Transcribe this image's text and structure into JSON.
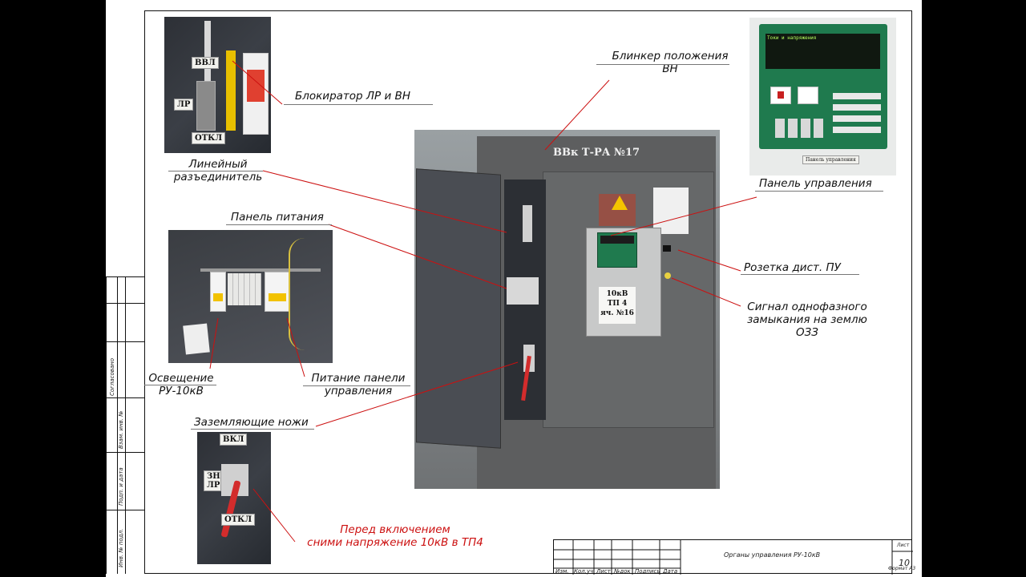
{
  "callouts": {
    "blinker": [
      "Блинкер положения",
      "ВН"
    ],
    "blokirator": "Блокиратор ЛР и ВН",
    "lineyny": [
      "Линейный",
      "разъединитель"
    ],
    "panel_pitania": "Панель питания",
    "panel_upravlenia": "Панель управления",
    "rozetka": "Розетка дист. ПУ",
    "signal": [
      "Сигнал однофазного",
      "замыкания на землю",
      "ОЗЗ"
    ],
    "osveshchenie": [
      "Освещение",
      "РУ-10кВ"
    ],
    "pitanie_paneli": [
      "Питание панели",
      "управления"
    ],
    "zazemlyayushchie": "Заземляющие ножи",
    "warning": [
      "Перед включением",
      "сними напряжение 10кВ в ТП4"
    ]
  },
  "photo_labels": {
    "vvl": "ВВЛ",
    "lr": "ЛР",
    "otkl": "ОТКЛ",
    "vvk_tpa": "ВВк Т-РА №17",
    "vkl": "ВКЛ",
    "zn_lr": "ЗН ЛР",
    "cabinet_plate": [
      "10кВ",
      "ТП 4",
      "яч. №16"
    ],
    "panel_caption": "Панель управления",
    "screen_title": "Токи и напряжения"
  },
  "side_stamp": [
    "Согласовано",
    "Взам. инв. №",
    "Подп. и дата",
    "Инв. № подл."
  ],
  "title_block": {
    "headers": [
      "Изм.",
      "Кол.уч",
      "Лист",
      "№док",
      "Подпись",
      "Дата"
    ],
    "title": "Органы управления РУ-10кВ",
    "sheet_label": "Лист",
    "sheet_number": "10",
    "format": "Формат А3"
  },
  "colors": {
    "red_leader": "#cc1010",
    "panel_green": "#1f7a4e",
    "cabinet_grey": "#5d5e5f"
  }
}
